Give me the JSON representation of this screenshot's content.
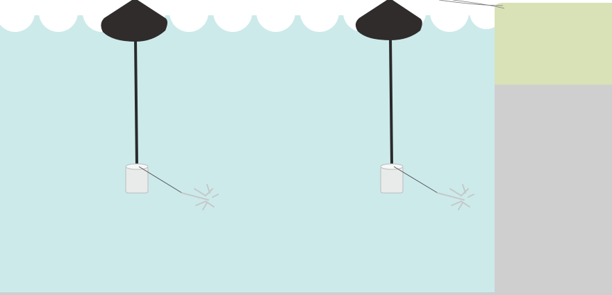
{
  "scene": {
    "colors": {
      "water": "#cdeaeb",
      "wave_crest": "#ffffff",
      "sky": "#ffffff",
      "ground": "#cfcfcf",
      "grass": "#d8e2b6",
      "buoy": "#2f2c2b",
      "mooring_line": "#2a2a2a",
      "weight_block": "#e9ebea",
      "anchor": "#d9dddd",
      "tether": "#555555"
    },
    "moorings": [
      {
        "name": "mooring-left",
        "components": [
          "buoy",
          "mooring-line",
          "weight-block",
          "anchor-chain",
          "anchor"
        ]
      },
      {
        "name": "mooring-right",
        "components": [
          "buoy",
          "mooring-line",
          "weight-block",
          "anchor-chain",
          "anchor"
        ]
      }
    ],
    "shore": {
      "components": [
        "grass-bank",
        "ground-block",
        "cable"
      ]
    }
  }
}
